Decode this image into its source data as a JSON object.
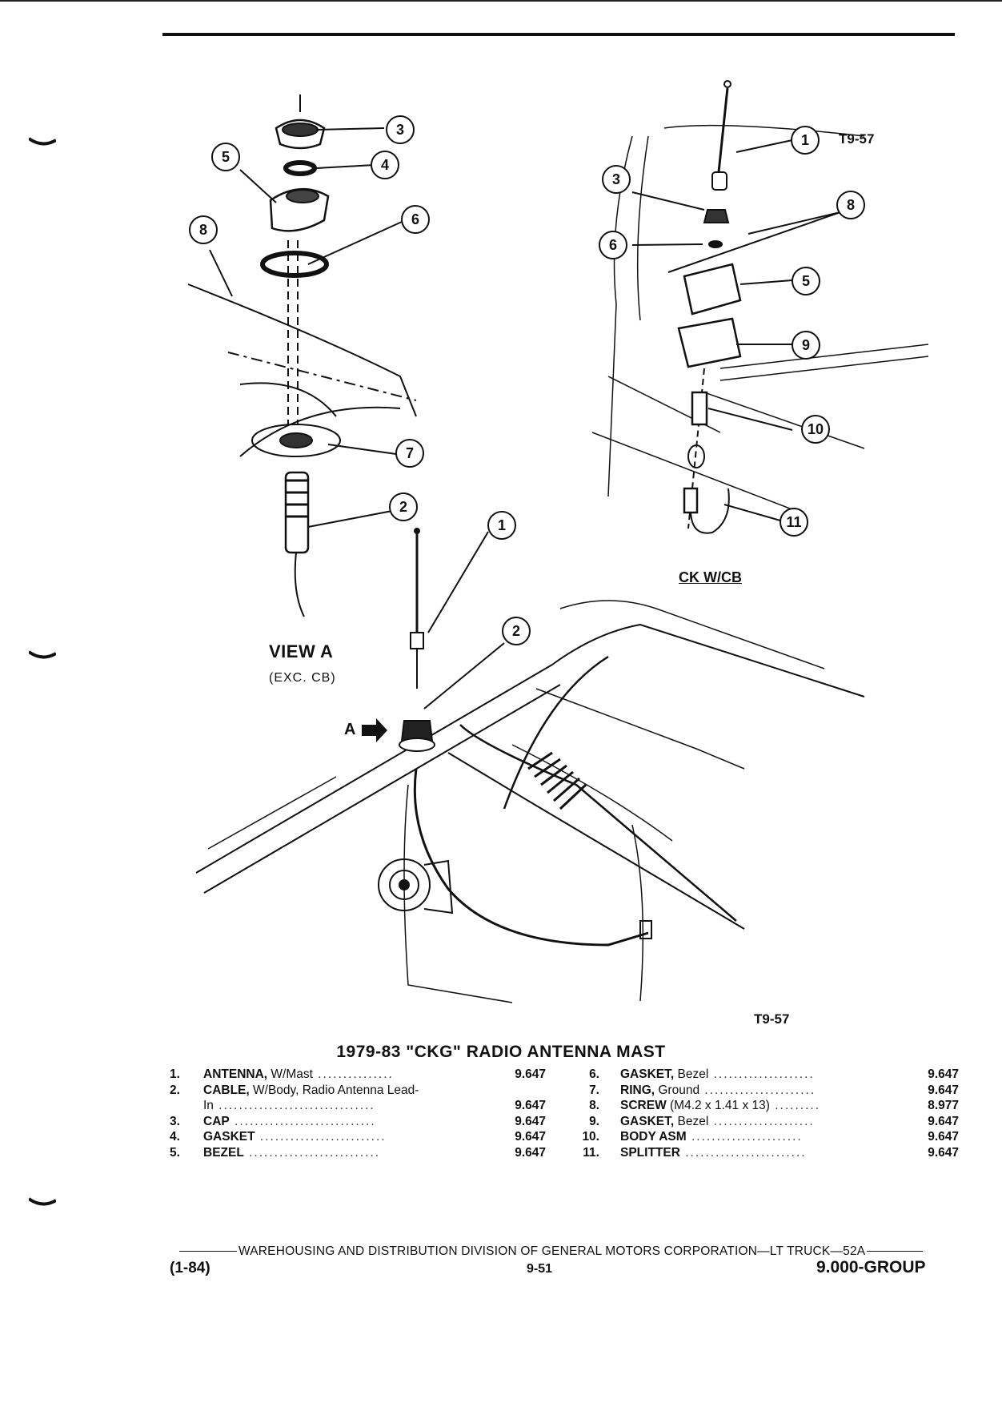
{
  "figure": {
    "ref_top": "T9-57",
    "ref_bottom": "T9-57",
    "view_title": "VIEW A",
    "view_subtitle": "(EXC. CB)",
    "variant_label": "CK W/CB",
    "arrow_label": "A",
    "callouts_view_a": [
      "3",
      "4",
      "5",
      "6",
      "8",
      "7",
      "2"
    ],
    "callouts_main": [
      "1",
      "2"
    ],
    "callouts_ck": [
      "1",
      "3",
      "8",
      "6",
      "5",
      "9",
      "10",
      "11"
    ]
  },
  "table": {
    "title": "1979-83 \"CKG\" RADIO ANTENNA MAST",
    "left_items": [
      {
        "num": "1.",
        "name": "ANTENNA,",
        "desc": " W/Mast",
        "dots": " ...............",
        "group": "9.647"
      },
      {
        "num": "2.",
        "name": "CABLE,",
        "desc": " W/Body, Radio Antenna Lead-",
        "dots": "",
        "group": ""
      },
      {
        "num": "",
        "name": "",
        "desc": "In",
        "dots": " ...............................",
        "group": "9.647"
      },
      {
        "num": "3.",
        "name": "CAP",
        "desc": "",
        "dots": " ............................",
        "group": "9.647"
      },
      {
        "num": "4.",
        "name": "GASKET",
        "desc": "",
        "dots": " .........................",
        "group": "9.647"
      },
      {
        "num": "5.",
        "name": "BEZEL",
        "desc": "",
        "dots": " ..........................",
        "group": "9.647"
      }
    ],
    "right_items": [
      {
        "num": "6.",
        "name": "GASKET,",
        "desc": " Bezel",
        "dots": " ....................",
        "group": "9.647"
      },
      {
        "num": "7.",
        "name": "RING,",
        "desc": " Ground",
        "dots": " ......................",
        "group": "9.647"
      },
      {
        "num": "8.",
        "name": "SCREW",
        "desc": " (M4.2 x 1.41 x 13)",
        "dots": " .........",
        "group": "8.977"
      },
      {
        "num": "9.",
        "name": "GASKET,",
        "desc": " Bezel",
        "dots": " ....................",
        "group": "9.647"
      },
      {
        "num": "10.",
        "name": "BODY ASM",
        "desc": "",
        "dots": " ......................",
        "group": "9.647"
      },
      {
        "num": "11.",
        "name": "SPLITTER",
        "desc": "",
        "dots": " ........................",
        "group": "9.647"
      }
    ]
  },
  "footer": {
    "publisher": "WAREHOUSING AND DISTRIBUTION DIVISION OF GENERAL MOTORS CORPORATION—LT TRUCK—52A",
    "date": "(1-84)",
    "page": "9-51",
    "group": "9.000-GROUP"
  }
}
